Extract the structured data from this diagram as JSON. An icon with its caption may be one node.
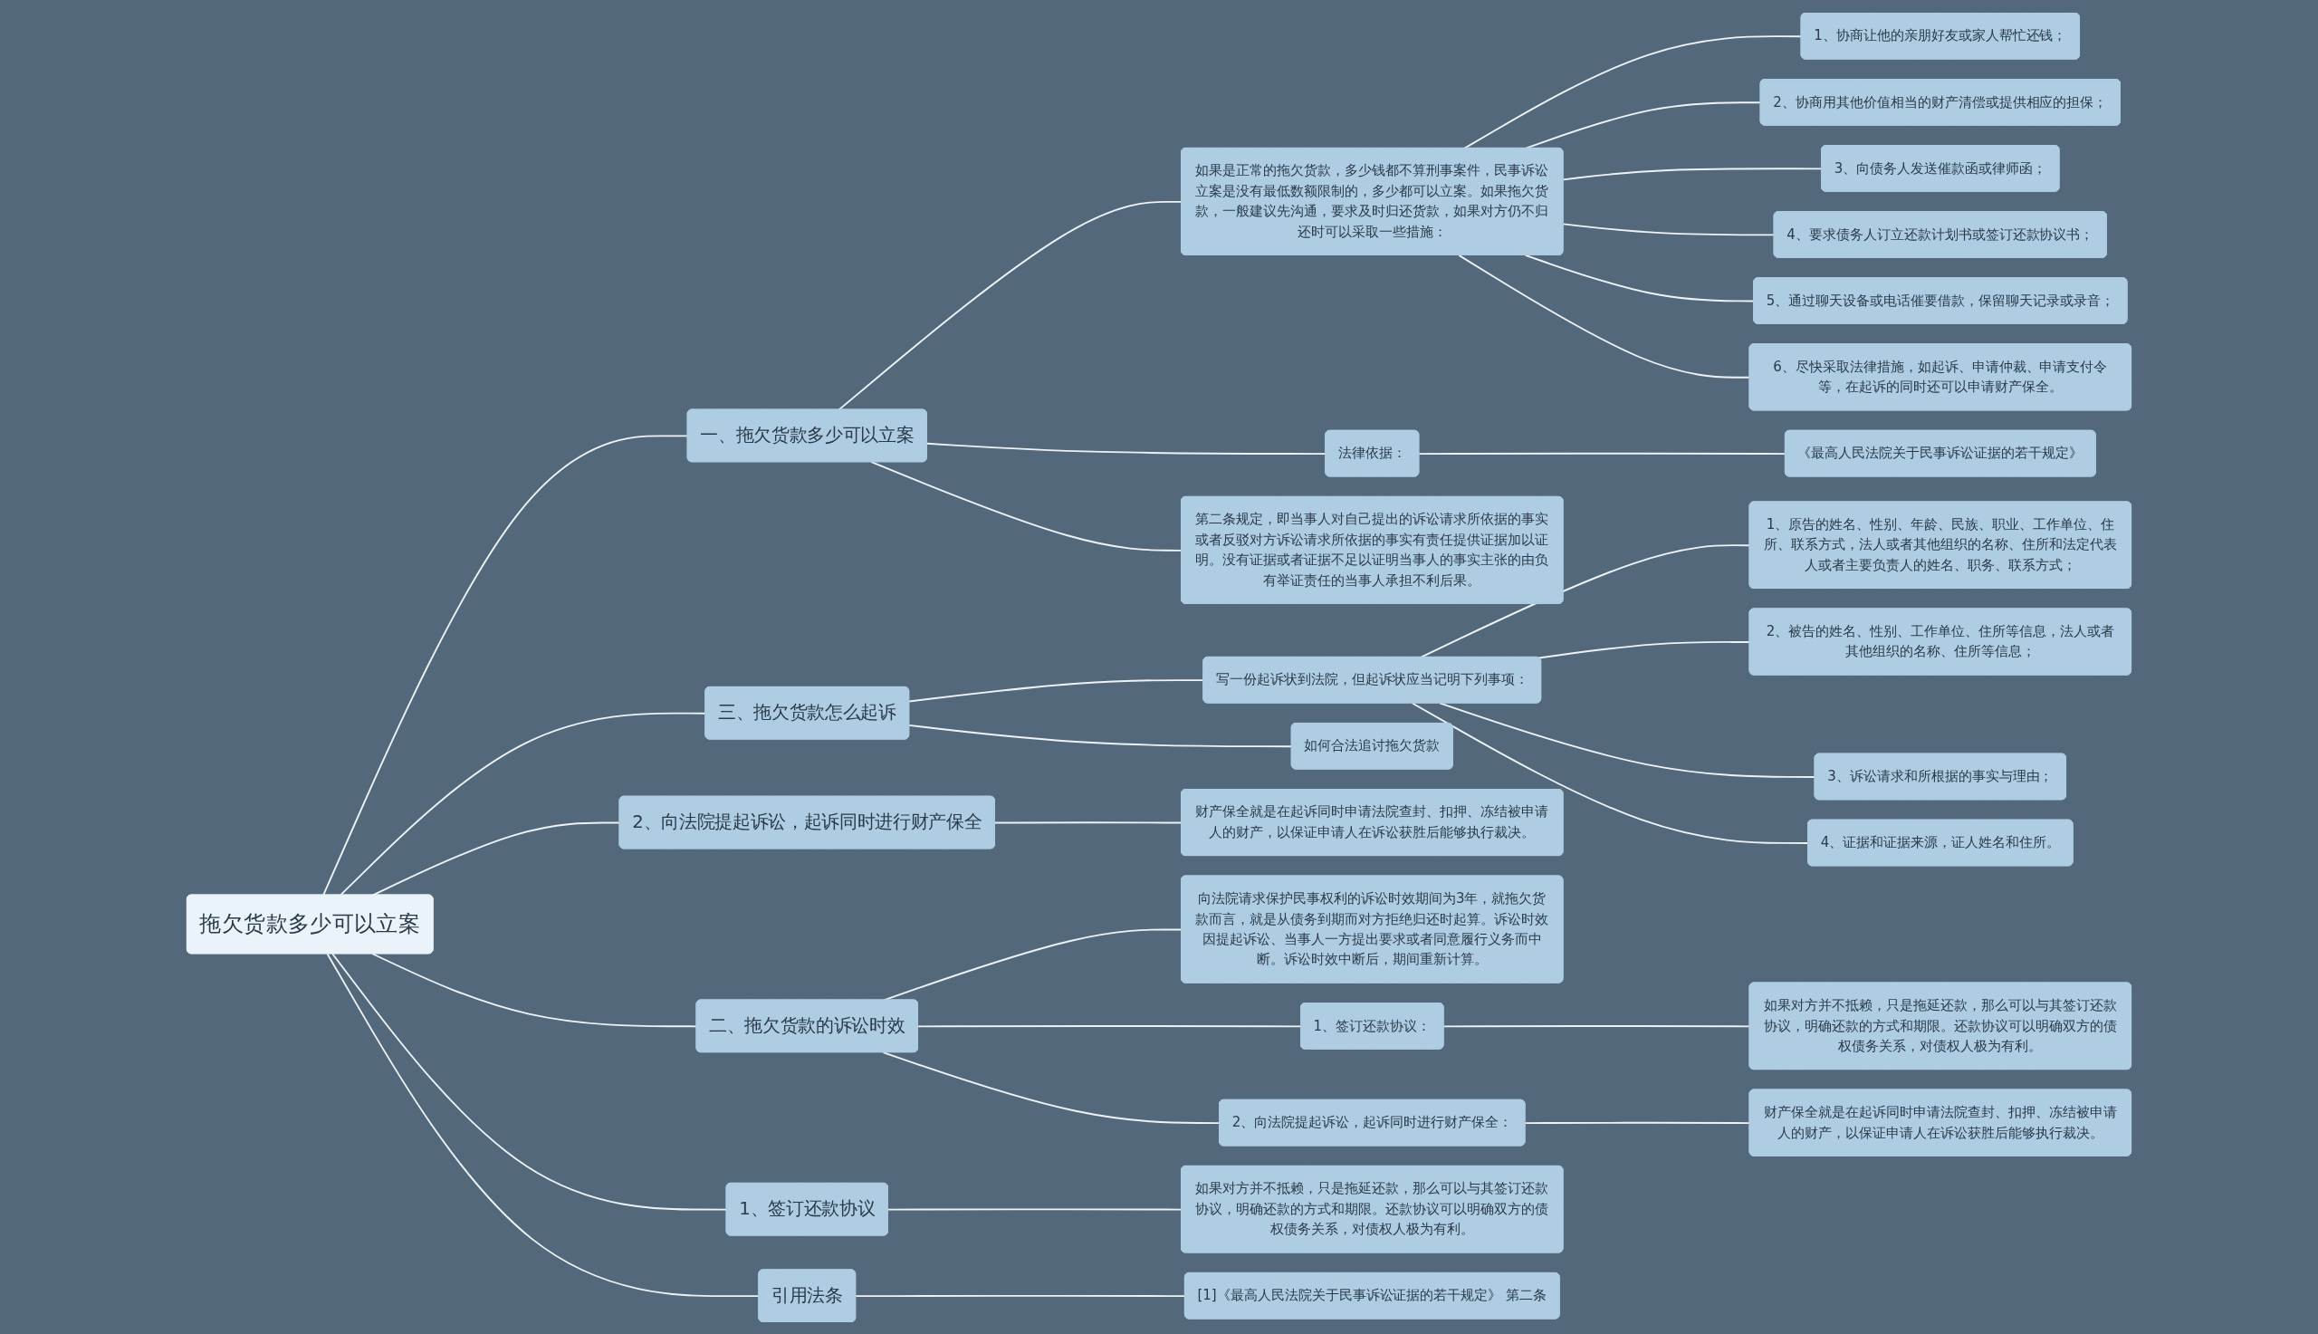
{
  "diagram": {
    "nodes": [
      {
        "text": [
          "拖欠货款多少可以立案"
        ]
      },
      {
        "text": [
          "一、拖欠货款多少可以立案"
        ]
      },
      {
        "text": [
          "如果是正常的拖欠货款，多少钱都不算刑事案件，民事诉讼立案是没有最低数额限制的，多少都可以立案。如果拖欠货款，一般建议先沟通，要求及时归还货款，如果对方仍不归还时可以采取一些措施："
        ]
      },
      {
        "text": [
          "1、协商让他的亲朋好友或家人帮忙还钱；"
        ]
      },
      {
        "text": [
          "2、协商用其他价值相当的财产清偿或提供相应的担保；"
        ]
      },
      {
        "text": [
          "3、向债务人发送催款函或律师函；"
        ]
      },
      {
        "text": [
          "4、要求债务人订立还款计划书或签订还款协议书；"
        ]
      },
      {
        "text": [
          "5、通过聊天设备或电话催要借款，保留聊天记录或录音；"
        ]
      },
      {
        "text": [
          "6、尽快采取法律措施，如起诉、申请仲裁、申请支付令等，在起诉的同时还可以申请财产保全。"
        ]
      },
      {
        "text": [
          "法律依据："
        ]
      },
      {
        "text": [
          "《最高人民法院关于民事诉讼证据的若干规定》"
        ]
      },
      {
        "text": [
          "第二条规定，即当事人对自己提出的诉讼请求所依据的事实或者反驳对方诉讼请求所依据的事实有责任提供证据加以证明。没有证据或者证据不足以证明当事人的事实主张的由负有举证责任的当事人承担不利后果。"
        ]
      },
      {
        "text": [
          "三、拖欠货款怎么起诉"
        ]
      },
      {
        "text": [
          "写一份起诉状到法院，但起诉状应当记明下列事项："
        ]
      },
      {
        "text": [
          "1、原告的姓名、性别、年龄、民族、职业、工作单位、住所、联系方式，法人或者其他组织的名称、住所和法定代表人或者主要负责人的姓名、职务、联系方式；"
        ]
      },
      {
        "text": [
          "2、被告的姓名、性别、工作单位、住所等信息，法人或者其他组织的名称、住所等信息；"
        ]
      },
      {
        "text": [
          "3、诉讼请求和所根据的事实与理由；"
        ]
      },
      {
        "text": [
          "4、证据和证据来源，证人姓名和住所。"
        ]
      },
      {
        "text": [
          "如何合法追讨拖欠货款"
        ]
      },
      {
        "text": [
          "2、向法院提起诉讼，起诉同时进行财产保全"
        ]
      },
      {
        "text": [
          "财产保全就是在起诉同时申请法院查封、扣押、冻结被申请人的财产，以保证申请人在诉讼获胜后能够执行裁决。"
        ]
      },
      {
        "text": [
          "二、拖欠货款的诉讼时效"
        ]
      },
      {
        "text": [
          "向法院请求保护民事权利的诉讼时效期间为3年，就拖欠货款而言，就是从债务到期而对方拒绝归还时起算。诉讼时效因提起诉讼、当事人一方提出要求或者同意履行义务而中断。诉讼时效中断后，期间重新计算。"
        ]
      },
      {
        "text": [
          "1、签订还款协议："
        ]
      },
      {
        "text": [
          "如果对方并不抵赖，只是拖延还款，那么可以与其签订还款协议，明确还款的方式和期限。还款协议可以明确双方的债权债务关系，对债权人极为有利。"
        ]
      },
      {
        "text": [
          "2、向法院提起诉讼，起诉同时进行财产保全："
        ]
      },
      {
        "text": [
          "财产保全就是在起诉同时申请法院查封、扣押、冻结被申请人的财产，以保证申请人在诉讼获胜后能够执行裁决。"
        ]
      },
      {
        "text": [
          "1、签订还款协议"
        ]
      },
      {
        "text": [
          "如果对方并不抵赖，只是拖延还款，那么可以与其签订还款协议，明确还款的方式和期限。还款协议可以明确双方的债权债务关系，对债权人极为有利。"
        ]
      },
      {
        "text": [
          "引用法条"
        ]
      },
      {
        "text": [
          "[1]《最高人民法院关于民事诉讼证据的若干规定》 第二条"
        ]
      }
    ],
    "edges": [
      {
        "from": 0,
        "to": 1,
        "arrow": "none"
      },
      {
        "from": 1,
        "to": 2,
        "arrow": "none"
      },
      {
        "from": 2,
        "to": 3,
        "arrow": "none"
      },
      {
        "from": 2,
        "to": 4,
        "arrow": "none"
      },
      {
        "from": 2,
        "to": 5,
        "arrow": "none"
      },
      {
        "from": 2,
        "to": 6,
        "arrow": "none"
      },
      {
        "from": 2,
        "to": 7,
        "arrow": "none"
      },
      {
        "from": 2,
        "to": 8,
        "arrow": "none"
      },
      {
        "from": 1,
        "to": 9,
        "arrow": "none"
      },
      {
        "from": 9,
        "to": 10,
        "arrow": "none"
      },
      {
        "from": 1,
        "to": 11,
        "arrow": "none"
      },
      {
        "from": 0,
        "to": 12,
        "arrow": "none"
      },
      {
        "from": 12,
        "to": 13,
        "arrow": "none"
      },
      {
        "from": 13,
        "to": 14,
        "arrow": "none"
      },
      {
        "from": 13,
        "to": 15,
        "arrow": "none"
      },
      {
        "from": 13,
        "to": 16,
        "arrow": "none"
      },
      {
        "from": 13,
        "to": 17,
        "arrow": "none"
      },
      {
        "from": 12,
        "to": 18,
        "arrow": "none"
      },
      {
        "from": 0,
        "to": 19,
        "arrow": "none"
      },
      {
        "from": 19,
        "to": 20,
        "arrow": "none"
      },
      {
        "from": 0,
        "to": 21,
        "arrow": "none"
      },
      {
        "from": 21,
        "to": 22,
        "arrow": "none"
      },
      {
        "from": 21,
        "to": 23,
        "arrow": "none"
      },
      {
        "from": 23,
        "to": 24,
        "arrow": "none"
      },
      {
        "from": 21,
        "to": 25,
        "arrow": "none"
      },
      {
        "from": 25,
        "to": 26,
        "arrow": "none"
      },
      {
        "from": 0,
        "to": 27,
        "arrow": "none"
      },
      {
        "from": 27,
        "to": 28,
        "arrow": "none"
      },
      {
        "from": 0,
        "to": 29,
        "arrow": "none"
      },
      {
        "from": 29,
        "to": 30,
        "arrow": "none"
      }
    ]
  }
}
